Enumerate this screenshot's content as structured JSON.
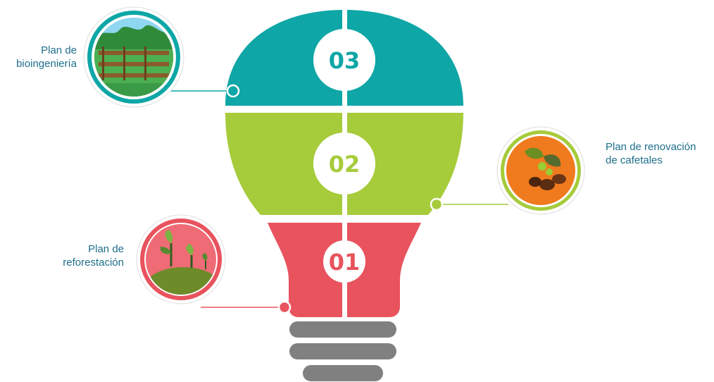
{
  "diagram": {
    "segments": [
      {
        "number": "03",
        "color": "#0ea6a6"
      },
      {
        "number": "02",
        "color": "#a6cb3b"
      },
      {
        "number": "01",
        "color": "#e8535e"
      }
    ],
    "base_color": "#808080",
    "labels": {
      "bioingenieria": {
        "line1": "Plan de",
        "line2": "bioingeniería",
        "color": "#0ea6a6",
        "icon": "landscape-fence-icon"
      },
      "renovacion": {
        "line1": "Plan de renovación",
        "line2": "de cafetales",
        "color": "#a6cb3b",
        "icon": "coffee-beans-icon"
      },
      "reforestacion": {
        "line1": "Plan de",
        "line2": "reforestación",
        "color": "#e8535e",
        "icon": "seedlings-icon"
      }
    }
  }
}
